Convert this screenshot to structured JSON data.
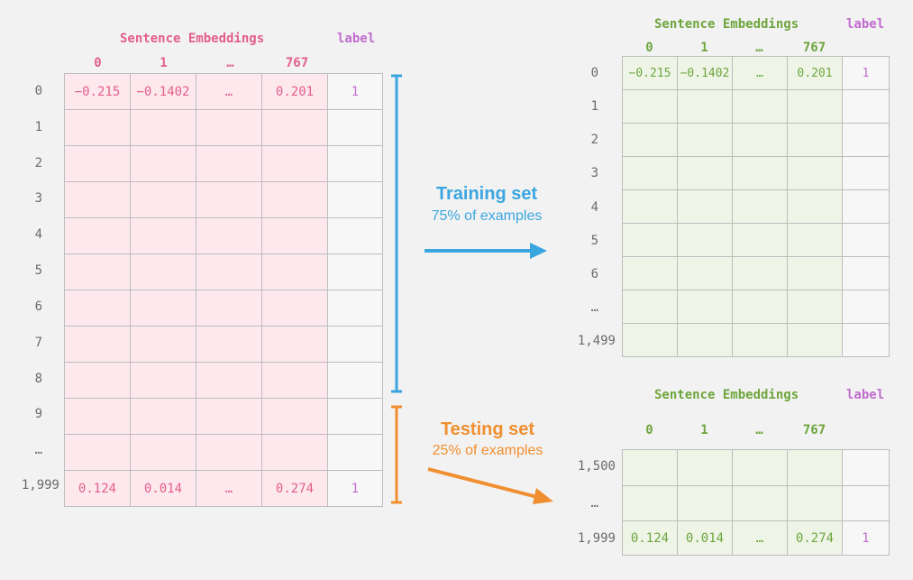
{
  "colors": {
    "embedding_pink": "#e35f8a",
    "embedding_green": "#6ea53d",
    "label_purple": "#c16ccf",
    "train_blue": "#3aa6e0",
    "test_orange": "#f08f30"
  },
  "left": {
    "title": "Sentence Embeddings",
    "label_header": "label",
    "col_headers": [
      "0",
      "1",
      "…",
      "767"
    ],
    "row_indices": [
      "0",
      "1",
      "2",
      "3",
      "4",
      "5",
      "6",
      "7",
      "8",
      "9",
      "…",
      "1,999"
    ],
    "first_row": [
      "−0.215",
      "−0.1402",
      "…",
      "0.201",
      "1"
    ],
    "last_row": [
      "0.124",
      "0.014",
      "…",
      "0.274",
      "1"
    ]
  },
  "train_caption": {
    "title": "Training set",
    "subtitle": "75% of examples"
  },
  "test_caption": {
    "title": "Testing set",
    "subtitle": "25% of examples"
  },
  "train_table": {
    "title": "Sentence Embeddings",
    "label_header": "label",
    "col_headers": [
      "0",
      "1",
      "…",
      "767"
    ],
    "row_indices": [
      "0",
      "1",
      "2",
      "3",
      "4",
      "5",
      "6",
      "…",
      "1,499"
    ],
    "first_row": [
      "−0.215",
      "−0.1402",
      "…",
      "0.201",
      "1"
    ]
  },
  "test_table": {
    "title": "Sentence Embeddings",
    "label_header": "label",
    "col_headers": [
      "0",
      "1",
      "…",
      "767"
    ],
    "row_indices": [
      "1,500",
      "…",
      "1,999"
    ],
    "last_row": [
      "0.124",
      "0.014",
      "…",
      "0.274",
      "1"
    ]
  }
}
